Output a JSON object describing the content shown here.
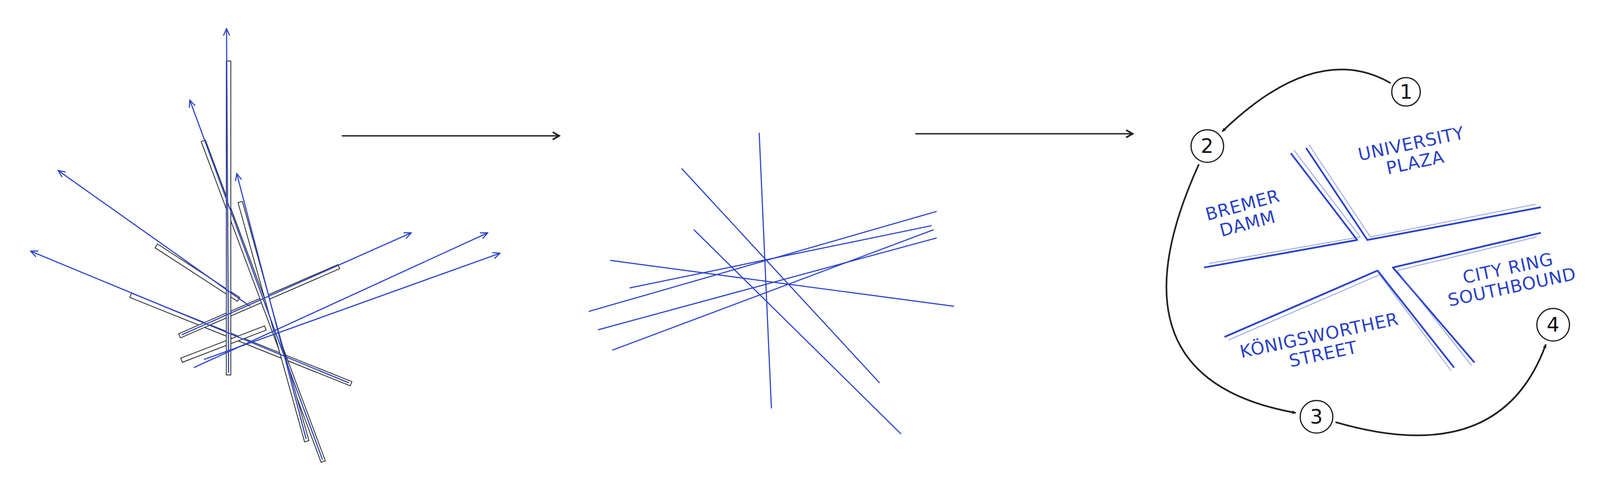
{
  "diagram": {
    "nodes": [
      {
        "text": [
          "1"
        ]
      },
      {
        "text": [
          "2"
        ]
      },
      {
        "text": [
          "3"
        ]
      },
      {
        "text": [
          "4"
        ]
      }
    ],
    "edges": [
      {
        "from": 0,
        "to": 1,
        "arrow": "to"
      },
      {
        "from": 1,
        "to": 2,
        "arrow": "to"
      },
      {
        "from": 2,
        "to": 3,
        "arrow": "to"
      }
    ],
    "labels": [
      "UNIVERSITY PLAZA",
      "BREMER DAMM",
      "KÖNIGSWORTHER STREET",
      "CITY RING SOUTHBOUND"
    ]
  }
}
